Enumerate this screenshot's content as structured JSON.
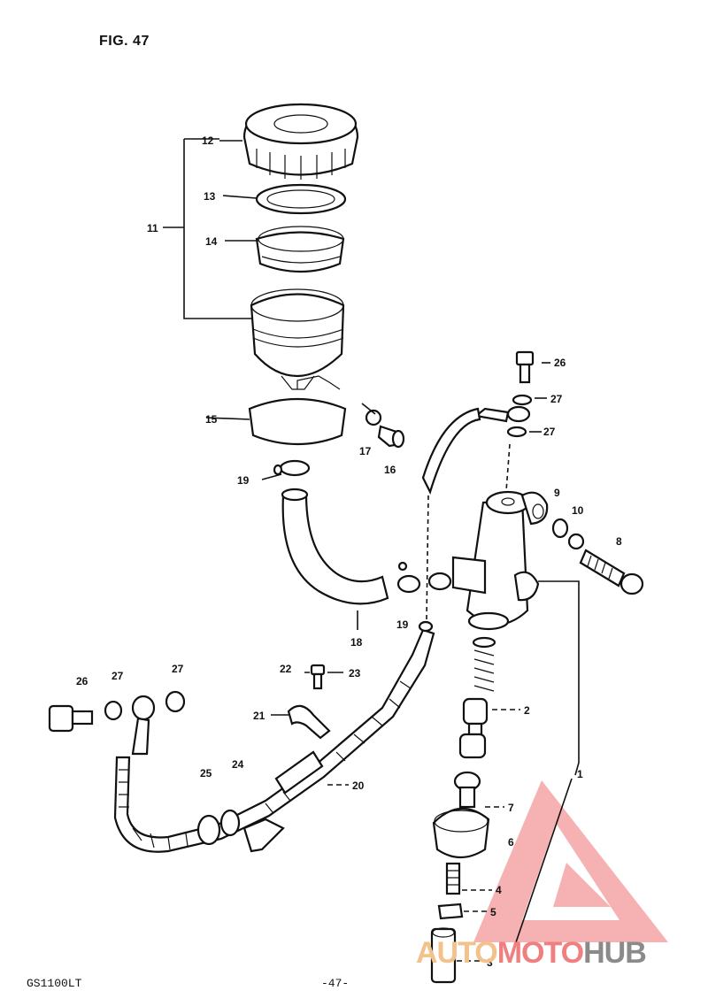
{
  "figure": {
    "title": "FIG. 47",
    "model": "GS1100LT",
    "page": "-47-"
  },
  "watermark": {
    "part1": "AUTO",
    "part2": "MOTO",
    "part3": "HUB"
  },
  "callouts": [
    {
      "id": "12",
      "label": "12"
    },
    {
      "id": "13",
      "label": "13"
    },
    {
      "id": "11",
      "label": "11"
    },
    {
      "id": "14",
      "label": "14"
    },
    {
      "id": "15",
      "label": "15"
    },
    {
      "id": "17",
      "label": "17"
    },
    {
      "id": "16",
      "label": "16"
    },
    {
      "id": "19a",
      "label": "19"
    },
    {
      "id": "26a",
      "label": "26"
    },
    {
      "id": "27a",
      "label": "27"
    },
    {
      "id": "27b",
      "label": "27"
    },
    {
      "id": "9",
      "label": "9"
    },
    {
      "id": "10",
      "label": "10"
    },
    {
      "id": "8",
      "label": "8"
    },
    {
      "id": "18",
      "label": "18"
    },
    {
      "id": "19b",
      "label": "19"
    },
    {
      "id": "22",
      "label": "22"
    },
    {
      "id": "23",
      "label": "23"
    },
    {
      "id": "26b",
      "label": "26"
    },
    {
      "id": "27c",
      "label": "27"
    },
    {
      "id": "27d",
      "label": "27"
    },
    {
      "id": "21",
      "label": "21"
    },
    {
      "id": "2",
      "label": "2"
    },
    {
      "id": "1",
      "label": "1"
    },
    {
      "id": "20",
      "label": "20"
    },
    {
      "id": "25",
      "label": "25"
    },
    {
      "id": "24",
      "label": "24"
    },
    {
      "id": "7",
      "label": "7"
    },
    {
      "id": "6",
      "label": "6"
    },
    {
      "id": "4",
      "label": "4"
    },
    {
      "id": "5",
      "label": "5"
    },
    {
      "id": "3",
      "label": "3"
    }
  ]
}
